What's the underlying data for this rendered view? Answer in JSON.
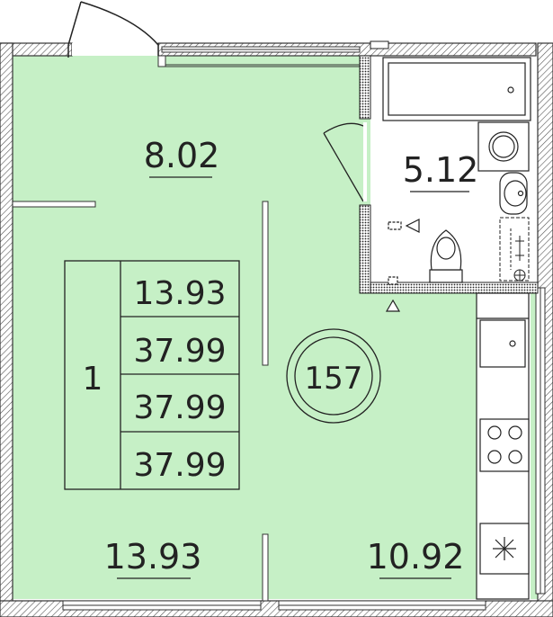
{
  "apartment": {
    "number": "157",
    "rooms_count": "1",
    "areas": [
      "13.93",
      "37.99",
      "37.99",
      "37.99"
    ]
  },
  "rooms": {
    "hall": "8.02",
    "bathroom": "5.12",
    "living_room": "13.93",
    "kitchen": "10.92"
  },
  "colors": {
    "floor_fill": "#c6f0c6",
    "wall_hatch": "#555555",
    "line": "#222222"
  },
  "icons": [
    "bathtub-icon",
    "washing-machine-icon",
    "sink-icon",
    "toilet-icon",
    "towel-rail-icon",
    "kitchen-sink-icon",
    "stove-icon",
    "ventilation-icon",
    "meter-icon"
  ]
}
